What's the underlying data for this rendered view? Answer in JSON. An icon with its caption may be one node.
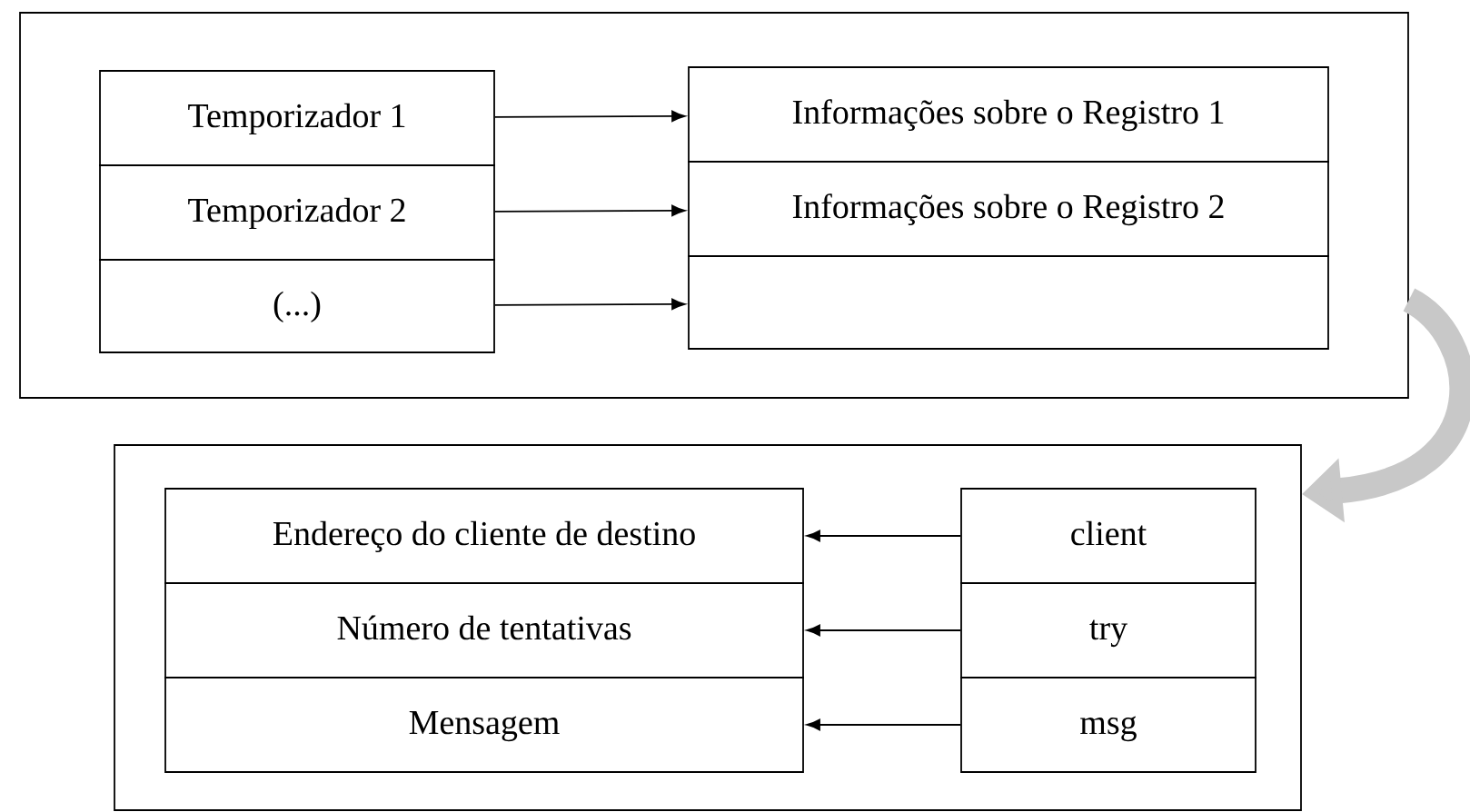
{
  "diagram": {
    "nodes": [
      {
        "text": [],
        "shape": "box"
      },
      {
        "text": [
          "Temporizador 1"
        ],
        "in": 0
      },
      {
        "text": [
          "Temporizador 2"
        ],
        "in": 0
      },
      {
        "text": [
          "(...)"
        ],
        "in": 0
      },
      {
        "text": [
          "Informações sobre o Registro 1"
        ],
        "in": 0
      },
      {
        "text": [
          "Informações sobre o Registro 2"
        ],
        "in": 0
      },
      {
        "text": [],
        "shape": "box",
        "in": 0
      },
      {
        "text": [],
        "shape": "box"
      },
      {
        "text": [
          "Endereço do cliente de destino"
        ],
        "in": 7
      },
      {
        "text": [
          "Número de tentativas"
        ],
        "in": 7
      },
      {
        "text": [
          "Mensagem"
        ],
        "in": 7
      },
      {
        "text": [
          "client"
        ],
        "in": 7
      },
      {
        "text": [
          "try"
        ],
        "in": 7
      },
      {
        "text": [
          "msg"
        ],
        "in": 7
      }
    ],
    "edges": [
      {
        "from": 1,
        "to": 4,
        "arrow": "to"
      },
      {
        "from": 2,
        "to": 5,
        "arrow": "to"
      },
      {
        "from": 3,
        "to": 6,
        "arrow": "to"
      },
      {
        "from": 11,
        "to": 8,
        "arrow": "to"
      },
      {
        "from": 12,
        "to": 9,
        "arrow": "to"
      },
      {
        "from": 13,
        "to": 10,
        "arrow": "to"
      },
      {
        "from": 0,
        "to": 7,
        "arrow": "to",
        "style": "thick",
        "color": "#c8c8c8"
      }
    ]
  }
}
